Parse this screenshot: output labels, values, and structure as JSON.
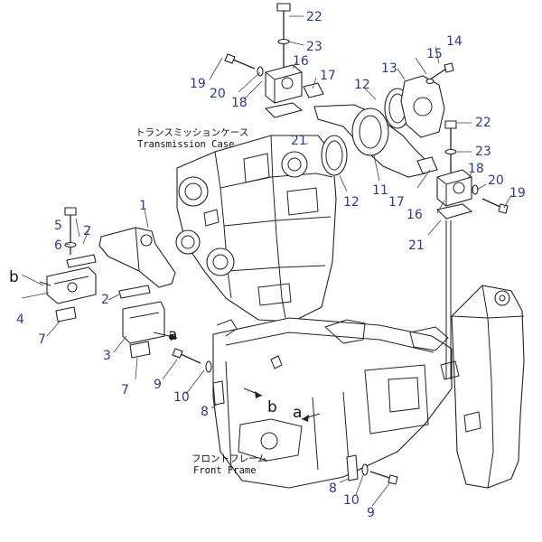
{
  "labels": {
    "transmission_case_jp": "トランスミッションケース",
    "transmission_case_en": "Transmission Case",
    "front_frame_jp": "フロントフレーム",
    "front_frame_en": "Front Frame"
  },
  "callouts": {
    "c1": "1",
    "c2a": "2",
    "c2b": "2",
    "c3": "3",
    "c4": "4",
    "c5": "5",
    "c6": "6",
    "c7a": "7",
    "c7b": "7",
    "c8a": "8",
    "c8b": "8",
    "c9a": "9",
    "c9b": "9",
    "c10a": "10",
    "c10b": "10",
    "c11": "11",
    "c12a": "12",
    "c12b": "12",
    "c13": "13",
    "c14": "14",
    "c15": "15",
    "c16a": "16",
    "c16b": "16",
    "c17a": "17",
    "c17b": "17",
    "c18a": "18",
    "c18b": "18",
    "c19a": "19",
    "c19b": "19",
    "c20a": "20",
    "c20b": "20",
    "c21a": "21",
    "c21b": "21",
    "c22a": "22",
    "c22b": "22",
    "c23a": "23",
    "c23b": "23"
  },
  "markers": {
    "a1": "a",
    "a2": "a",
    "b1": "b",
    "b2": "b"
  },
  "colors": {
    "callout": "#2a3a9a",
    "line": "#222222"
  }
}
